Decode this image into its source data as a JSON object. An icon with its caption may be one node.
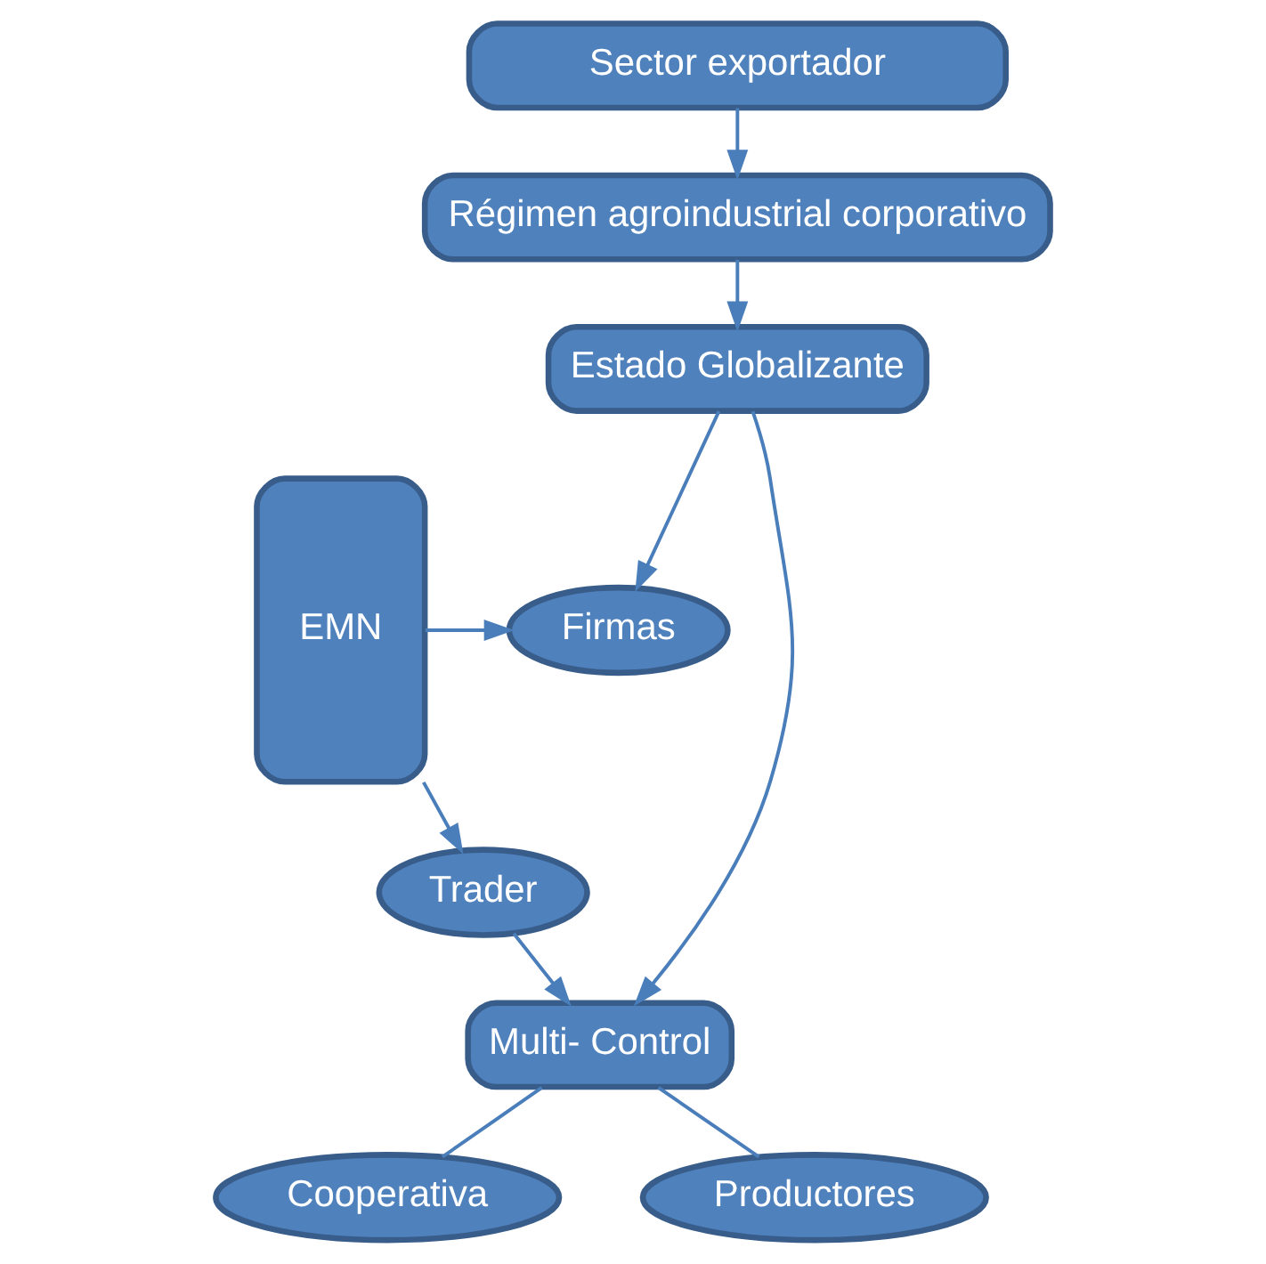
{
  "diagram": {
    "nodes": [
      {
        "text": [
          "Régimen agroindustrial corporativo"
        ]
      },
      {
        "text": [
          "Sector exportador"
        ]
      },
      {
        "text": [
          "Estado Globalizante"
        ]
      },
      {
        "text": [
          "Firmas"
        ]
      },
      {
        "text": [
          "EMN"
        ]
      },
      {
        "text": [
          "Trader"
        ]
      },
      {
        "text": [
          "Multi- Control"
        ]
      },
      {
        "text": [
          "Cooperativa"
        ]
      },
      {
        "text": [
          "Productores"
        ]
      }
    ],
    "edges": [
      {
        "from": 1,
        "to": 0,
        "arrow": "to"
      },
      {
        "from": 0,
        "to": 2,
        "arrow": "to"
      },
      {
        "from": 2,
        "to": 3,
        "arrow": "to"
      },
      {
        "from": 2,
        "to": 6,
        "arrow": "to"
      },
      {
        "from": 4,
        "to": 3,
        "arrow": "to"
      },
      {
        "from": 4,
        "to": 5,
        "arrow": "to"
      },
      {
        "from": 5,
        "to": 6,
        "arrow": "to"
      },
      {
        "from": 6,
        "to": 7,
        "arrow": "none"
      },
      {
        "from": 6,
        "to": 8,
        "arrow": "none"
      }
    ]
  }
}
